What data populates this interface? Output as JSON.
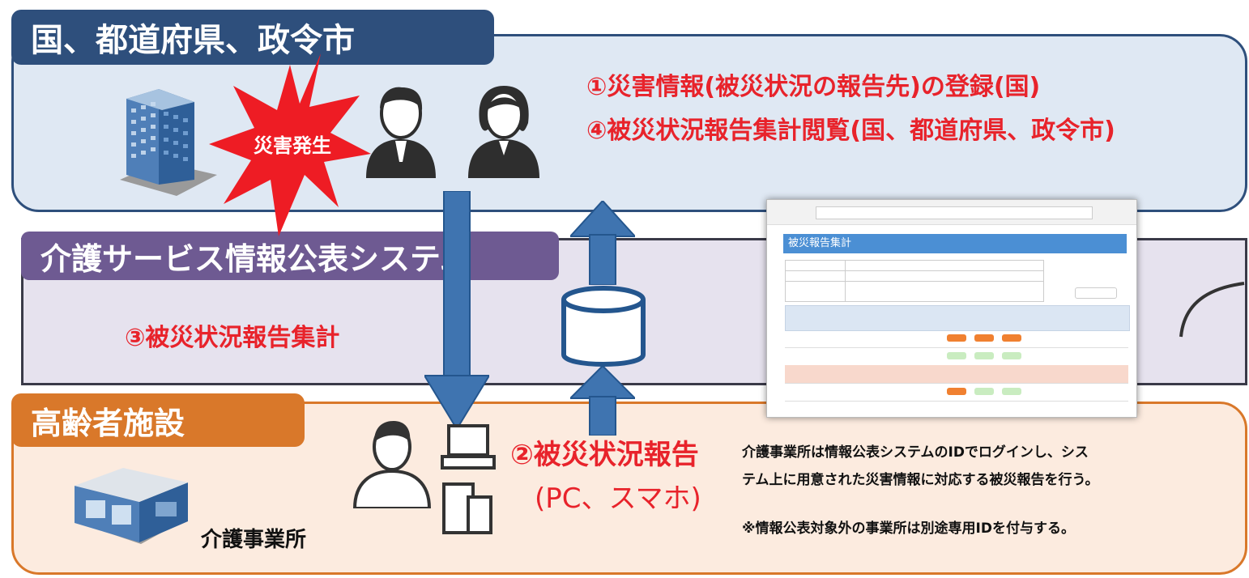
{
  "layers": {
    "government": {
      "title": "国、都道府県、政令市"
    },
    "system": {
      "title": "介護サービス情報公表システム"
    },
    "facility": {
      "title": "高齢者施設"
    }
  },
  "government": {
    "disaster_label": "災害発生",
    "step1": "①災害情報(被災状況の報告先)の登録(国)",
    "step4": "④被災状況報告集計閲覧(国、都道府県、政令市)"
  },
  "system": {
    "step3": "③被災状況報告集計"
  },
  "facility": {
    "office_label": "介護事業所",
    "step2_line1": "②被災状況報告",
    "step2_line2": "(PC、スマホ)",
    "desc_line1": "介護事業所は情報公表システムのIDでログインし、シス",
    "desc_line2": "テム上に用意された災害情報に対応する被災報告を行う。",
    "note": "※情報公表対象外の事業所は別途専用IDを付与する。"
  },
  "screenshot": {
    "title": "被災報告集計"
  },
  "colors": {
    "gov": "#2e4f7c",
    "system": "#6e5a92",
    "facility": "#d9782a",
    "arrow": "#3f74b0",
    "red": "#e8232b"
  }
}
